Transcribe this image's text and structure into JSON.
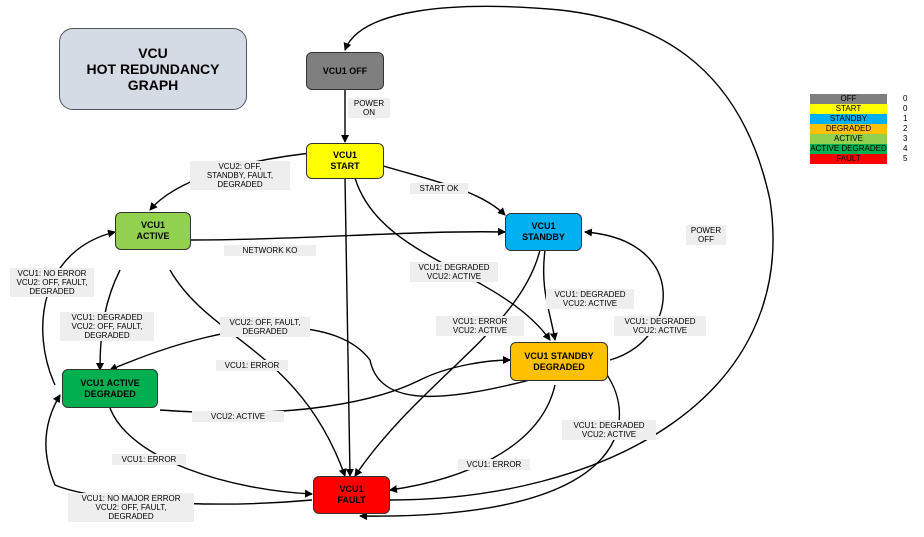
{
  "title": {
    "line1": "VCU",
    "line2": "HOT REDUNDANCY",
    "line3": "GRAPH"
  },
  "nodes": {
    "off": {
      "line1": "VCU1 OFF",
      "line2": "",
      "color": "#7f7f7f"
    },
    "start": {
      "line1": "VCU1",
      "line2": "START",
      "color": "#ffff00"
    },
    "active": {
      "line1": "VCU1",
      "line2": "ACTIVE",
      "color": "#92d050"
    },
    "standby": {
      "line1": "VCU1",
      "line2": "STANDBY",
      "color": "#00b0f0"
    },
    "standby_degraded": {
      "line1": "VCU1 STANDBY",
      "line2": "DEGRADED",
      "color": "#ffc000"
    },
    "active_degraded": {
      "line1": "VCU1 ACTIVE",
      "line2": "DEGRADED",
      "color": "#00b050"
    },
    "fault": {
      "line1": "VCU1",
      "line2": "FAULT",
      "color": "#ff0000"
    }
  },
  "labels": {
    "power_on": "POWER\nON",
    "power_off": "POWER\nOFF",
    "start_ok": "START OK",
    "vcu2_off_standby": "VCU2: OFF,\nSTANDBY, FAULT,\nDEGRADED",
    "network_ko": "NETWORK KO",
    "deg_active_1": "VCU1: DEGRADED\nVCU2: ACTIVE",
    "deg_active_2": "VCU1: DEGRADED\nVCU2: ACTIVE",
    "deg_active_3": "VCU1: DEGRADED\nVCU2: ACTIVE",
    "deg_active_4": "VCU1: DEGRADED\nVCU2: ACTIVE",
    "no_error": "VCU1: NO ERROR\nVCU2: OFF, FAULT,\nDEGRADED",
    "deg_off_fault": "VCU1: DEGRADED\nVCU2: OFF, FAULT,\nDEGRADED",
    "vcu2_off_fault": "VCU2: OFF, FAULT,\nDEGRADED",
    "error_active": "VCU1: ERROR\nVCU2: ACTIVE",
    "error_1": "VCU1: ERROR",
    "error_2": "VCU1: ERROR",
    "error_3": "VCU1: ERROR",
    "vcu2_active": "VCU2: ACTIVE",
    "no_major_error": "VCU1: NO MAJOR ERROR\nVCU2: OFF, FAULT,\nDEGRADED"
  },
  "legend": [
    {
      "name": "OFF",
      "value": "0",
      "color": "#7f7f7f"
    },
    {
      "name": "START",
      "value": "0",
      "color": "#ffff00"
    },
    {
      "name": "STANDBY",
      "value": "1",
      "color": "#00b0f0"
    },
    {
      "name": "DEGRADED",
      "value": "2",
      "color": "#ffc000"
    },
    {
      "name": "ACTIVE",
      "value": "3",
      "color": "#92d050"
    },
    {
      "name": "ACTIVE DEGRADED",
      "value": "4",
      "color": "#00b050"
    },
    {
      "name": "FAULT",
      "value": "5",
      "color": "#ff0000"
    }
  ]
}
